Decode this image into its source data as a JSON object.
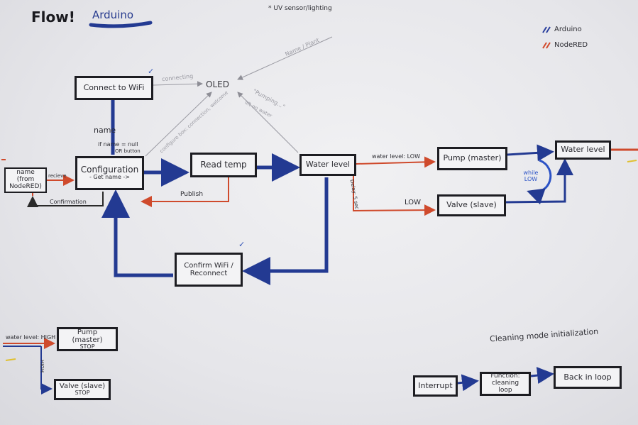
{
  "header": {
    "title": "Flow!",
    "subtitle": "Arduino",
    "top_note": "* UV sensor/lighting",
    "cleaning_title": "Cleaning mode initialization"
  },
  "legend": [
    {
      "label": "Arduino",
      "color": "#2a3f9e"
    },
    {
      "label": "NodeRED",
      "color": "#d2482a"
    }
  ],
  "colors": {
    "arduino": "#233a92",
    "nodered": "#cf4a2c",
    "ink": "#1d1d22",
    "check": "#3556b7"
  },
  "nodes": {
    "connect_wifi": "Connect to WiFi",
    "oled": "OLED",
    "name_nodered": "name (from NodeRED)",
    "configuration": "Configuration",
    "configuration_sub": "- Get name ->",
    "read_temp": "Read temp",
    "water_level": "Water level",
    "pump_master": "Pump (master)",
    "valve_slave": "Valve (slave)",
    "water_level_2": "Water level",
    "confirm_wifi": "Confirm WiFi / Reconnect",
    "pump_stop": "Pump (master)",
    "pump_stop_sub": "STOP",
    "valve_stop": "Valve (slave)",
    "valve_stop_sub": "STOP",
    "interrupt": "Interrupt",
    "function_cleaning": "Function: cleaning loop",
    "back_in_loop": "Back in loop",
    "while_low": "while LOW"
  },
  "edge_labels": {
    "name": "name",
    "if_name": "if name = null",
    "or_button": "OR button",
    "receive": "recieve",
    "publish": "Publish",
    "confirmation": "Confirmation",
    "water_level_low": "water level: LOW",
    "low": "LOW",
    "delay": "Delay: 5 sec",
    "water_level_high": "water level: HIGH",
    "high": "HIGH",
    "connecting": "connecting",
    "configure_box": "configure box: connection, welcome",
    "pumping": "\"Pumping...\"",
    "lift_water": "lift on water",
    "name_plant": "Name / Plant"
  }
}
